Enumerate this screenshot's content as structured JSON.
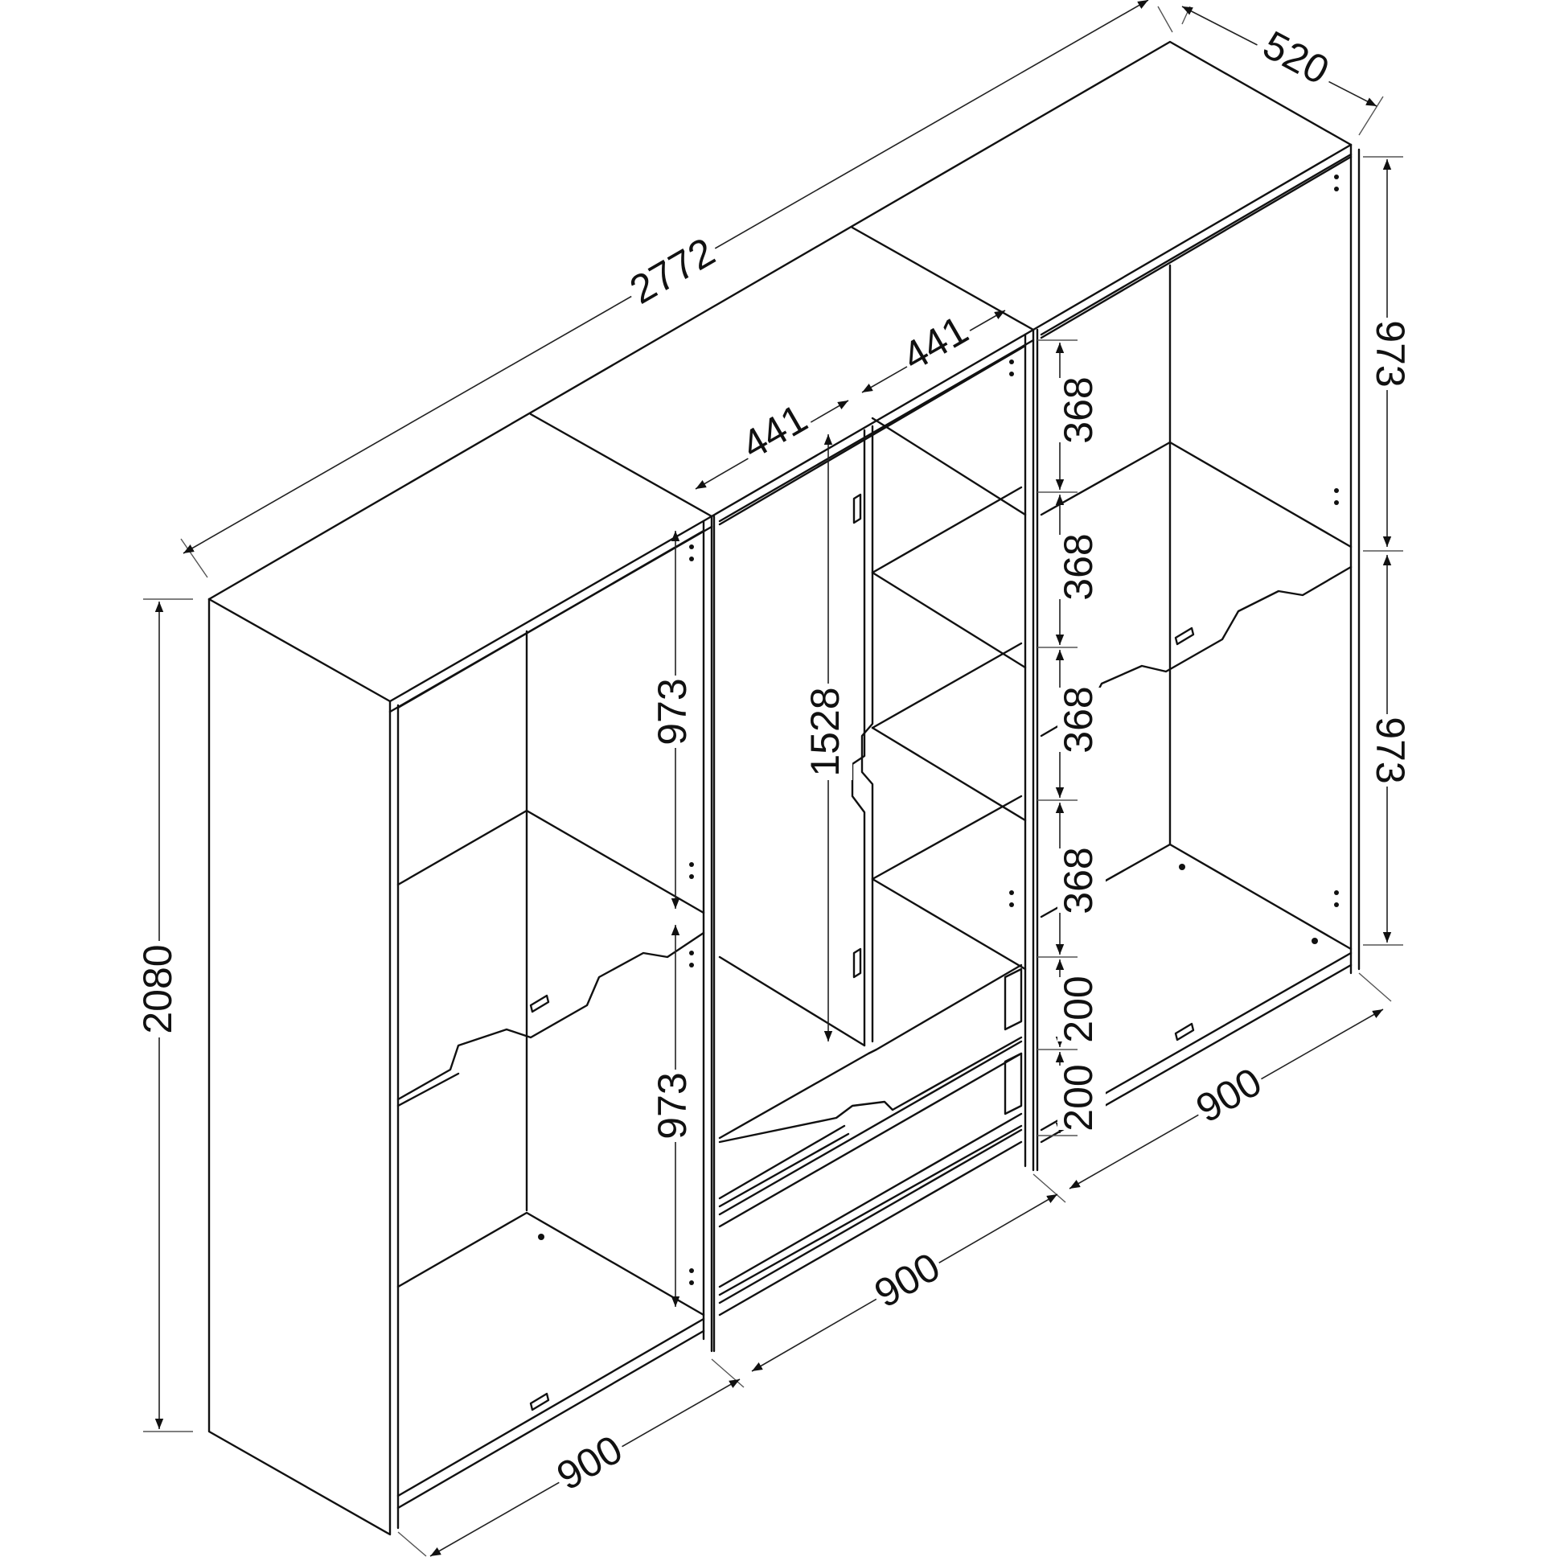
{
  "colors": {
    "line": "#111111",
    "background": "#ffffff"
  },
  "dimensions": {
    "total_width": "2772",
    "depth": "520",
    "height": "2080",
    "left_upper": "973",
    "left_lower": "973",
    "right_upper": "973",
    "right_lower": "973",
    "door_height": "1528",
    "door_width_a": "441",
    "door_width_b": "441",
    "shelf_1": "368",
    "shelf_2": "368",
    "shelf_3": "368",
    "shelf_4": "368",
    "drawer_1": "200",
    "drawer_2": "200",
    "module_left": "900",
    "module_middle": "900",
    "module_right": "900"
  }
}
